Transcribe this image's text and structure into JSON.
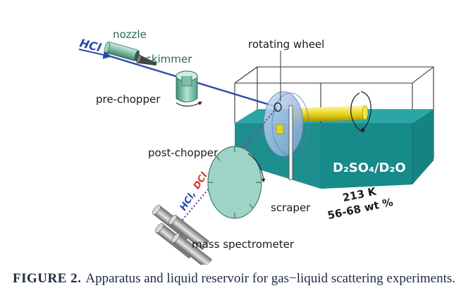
{
  "diagram": {
    "labels": {
      "hcl": "HCl",
      "nozzle": "nozzle",
      "skimmer": "skimmer",
      "pre_chopper": "pre-chopper",
      "rotating_wheel": "rotating wheel",
      "post_chopper": "post-chopper",
      "scraper": "scraper",
      "mass_spectrometer": "mass spectrometer",
      "hcl_out": "HCl,",
      "dcl_out": "DCl",
      "solution": "D₂SO₄/D₂O",
      "temperature": "213 K",
      "concentration": "56-68 wt %"
    },
    "colors": {
      "beam": "#2b4aa8",
      "scattered_beam": "#8a3ab9",
      "dcl": "#d23a2a",
      "reservoir_top": "#2aa6a6",
      "reservoir_side": "#1f8e8e",
      "chopper": "#9fd3c7",
      "rod": "#e8d51c",
      "text": "#1a1a1a"
    }
  },
  "caption": {
    "label": "FIGURE 2.",
    "text": "Apparatus and liquid reservoir for gas−liquid scattering experiments."
  }
}
